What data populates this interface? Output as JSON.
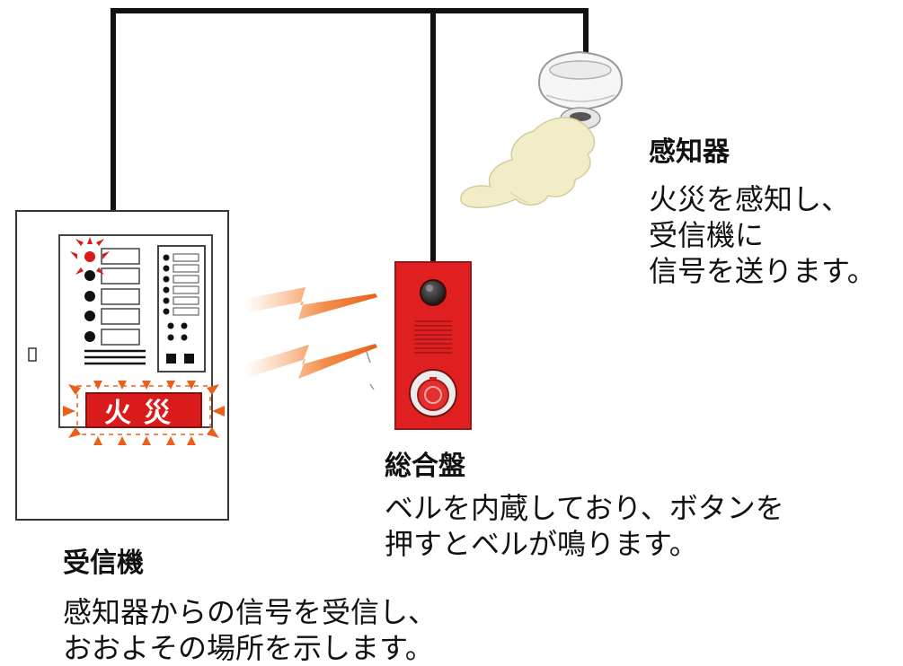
{
  "detector": {
    "title": "感知器",
    "desc_lines": [
      "火災を感知し、",
      "受信機に",
      "信号を送ります。"
    ]
  },
  "panel": {
    "title": "総合盤",
    "desc_lines": [
      "ベルを内蔵しており、ボタンを",
      "押すとベルが鳴ります。"
    ]
  },
  "receiver": {
    "title": "受信機",
    "desc_lines": [
      "感知器からの信号を受信し、",
      "おおよその場所を示します。"
    ],
    "display_text": "火災"
  },
  "colors": {
    "wire": "#111111",
    "panel_red": "#e02020",
    "alarm_orange": "#e8601a",
    "fire_red": "#d91b1b",
    "smoke": "#f2ecc8"
  }
}
